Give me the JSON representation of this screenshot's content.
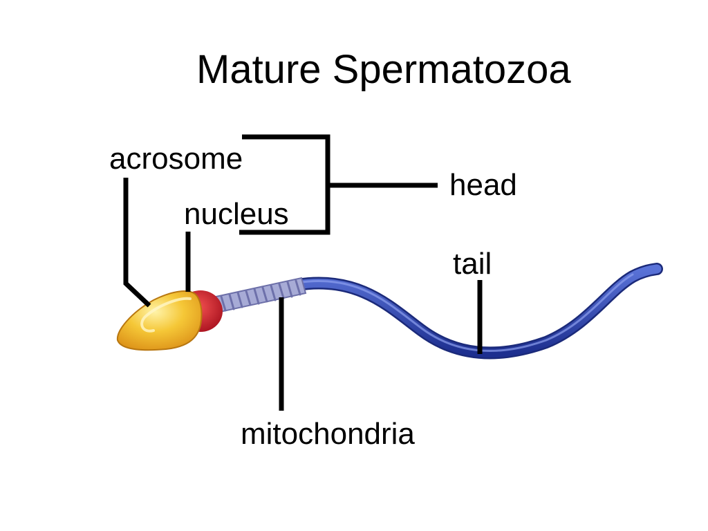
{
  "title": "Mature Spermatozoa",
  "labels": {
    "acrosome": "acrosome",
    "nucleus": "nucleus",
    "head": "head",
    "tail": "tail",
    "mitochondria": "mitochondria"
  },
  "colors": {
    "acrosome": "#f2c12e",
    "nucleus": "#c8192a",
    "midpiece": "#9aa0d0",
    "tail": "#2d46b0",
    "leader_lines": "#000000"
  }
}
